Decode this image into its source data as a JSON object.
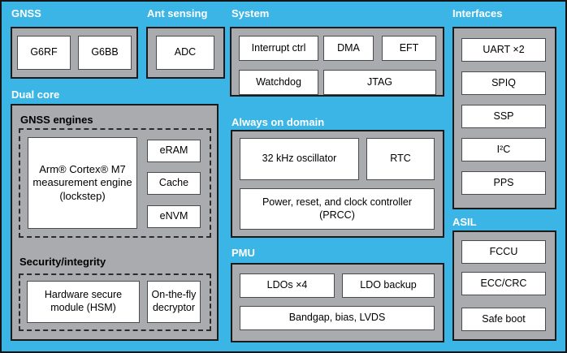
{
  "colors": {
    "background": "#3BB5E6",
    "block_fill": "#A9ABAE",
    "block_border": "#1A1A1A",
    "box_fill": "#FFFFFF",
    "box_border": "#4A4B4D",
    "section_label": "#FFFFFF",
    "text": "#000000"
  },
  "gnss": {
    "label": "GNSS",
    "g6rf": "G6RF",
    "g6bb": "G6BB"
  },
  "ant": {
    "label": "Ant sensing",
    "adc": "ADC"
  },
  "system": {
    "label": "System",
    "interrupt": "Interrupt ctrl",
    "dma": "DMA",
    "eft": "EFT",
    "watchdog": "Watchdog",
    "jtag": "JTAG"
  },
  "interfaces": {
    "label": "Interfaces",
    "uart": "UART ×2",
    "spiq": "SPIQ",
    "ssp": "SSP",
    "i2c": "I²C",
    "pps": "PPS"
  },
  "dual_core": {
    "label": "Dual core",
    "gnss_engines": {
      "label": "GNSS engines",
      "cpu": "Arm® Cortex® M7 measurement engine (lockstep)",
      "eram": "eRAM",
      "cache": "Cache",
      "envm": "eNVM"
    },
    "security": {
      "label": "Security/integrity",
      "hsm": "Hardware secure module (HSM)",
      "decryptor": "On-the-fly decryptor"
    }
  },
  "always_on": {
    "label": "Always on domain",
    "osc": "32 kHz oscillator",
    "rtc": "RTC",
    "prcc": "Power, reset, and clock controller (PRCC)"
  },
  "pmu": {
    "label": "PMU",
    "ldos": "LDOs ×4",
    "ldo_backup": "LDO backup",
    "bandgap": "Bandgap, bias, LVDS"
  },
  "asil": {
    "label": "ASIL",
    "fccu": "FCCU",
    "ecc": "ECC/CRC",
    "safe_boot": "Safe boot"
  }
}
